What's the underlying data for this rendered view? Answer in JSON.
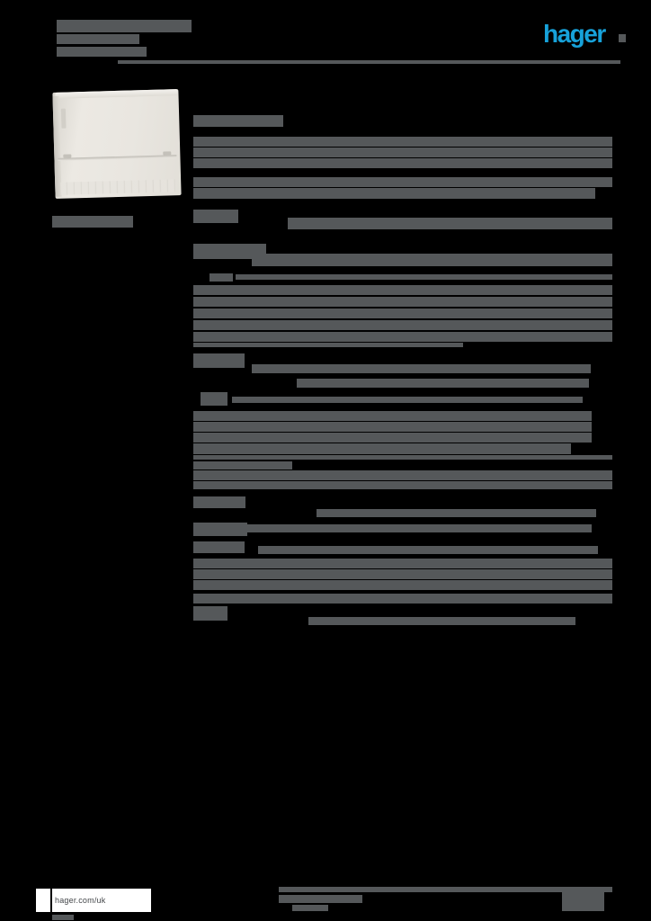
{
  "colors": {
    "background": "#000000",
    "bar": "#55585a",
    "logo_blue": "#17a2da",
    "page_white": "#ffffff",
    "footer_text": "#44474a"
  },
  "logo": {
    "text": "hager"
  },
  "footer": {
    "website": "hager.com/uk"
  },
  "product_image": {
    "description": "consumer-unit-photo"
  },
  "bar_format": "x,y,w,h (pixels, illegible redacted text rendered as gray bars)",
  "redacted_bars": {
    "header_title": [
      [
        63,
        22,
        150,
        14
      ],
      [
        63,
        38,
        92,
        11
      ],
      [
        63,
        52,
        100,
        11
      ]
    ],
    "header_rule": [
      [
        131,
        67,
        559,
        4
      ]
    ],
    "logo_tail": [
      [
        688,
        38,
        8,
        9
      ]
    ],
    "product_code": [
      [
        58,
        240,
        90,
        13
      ]
    ],
    "content": [
      [
        215,
        128,
        100,
        13
      ],
      [
        215,
        152,
        466,
        11
      ],
      [
        215,
        164,
        466,
        11
      ],
      [
        215,
        176,
        466,
        11
      ],
      [
        215,
        197,
        466,
        11
      ],
      [
        215,
        209,
        447,
        12
      ],
      [
        215,
        233,
        50,
        15
      ],
      [
        320,
        242,
        361,
        13
      ],
      [
        215,
        271,
        81,
        17
      ],
      [
        280,
        282,
        401,
        14
      ],
      [
        233,
        304,
        26,
        9
      ],
      [
        262,
        305,
        419,
        6
      ],
      [
        215,
        317,
        466,
        11
      ],
      [
        215,
        330,
        466,
        11
      ],
      [
        215,
        343,
        466,
        11
      ],
      [
        215,
        356,
        466,
        11
      ],
      [
        215,
        369,
        466,
        11
      ],
      [
        215,
        381,
        300,
        5
      ],
      [
        215,
        393,
        57,
        16
      ],
      [
        280,
        405,
        377,
        10
      ],
      [
        330,
        421,
        325,
        10
      ],
      [
        223,
        436,
        30,
        15
      ],
      [
        258,
        441,
        390,
        7
      ],
      [
        215,
        457,
        443,
        11
      ],
      [
        215,
        469,
        443,
        11
      ],
      [
        215,
        481,
        443,
        11
      ],
      [
        215,
        493,
        420,
        12
      ],
      [
        215,
        506,
        466,
        5
      ],
      [
        215,
        513,
        110,
        9
      ],
      [
        215,
        523,
        466,
        11
      ],
      [
        215,
        535,
        466,
        9
      ],
      [
        215,
        552,
        58,
        13
      ],
      [
        352,
        566,
        311,
        9
      ],
      [
        215,
        581,
        60,
        15
      ],
      [
        275,
        583,
        383,
        9
      ],
      [
        215,
        602,
        57,
        13
      ],
      [
        287,
        607,
        378,
        9
      ],
      [
        215,
        621,
        466,
        11
      ],
      [
        215,
        633,
        466,
        11
      ],
      [
        215,
        645,
        466,
        11
      ],
      [
        215,
        660,
        466,
        11
      ],
      [
        215,
        674,
        38,
        16
      ],
      [
        343,
        686,
        297,
        9
      ]
    ],
    "footer": [
      [
        310,
        986,
        371,
        6
      ],
      [
        310,
        995,
        93,
        9
      ],
      [
        325,
        1006,
        40,
        7
      ],
      [
        625,
        990,
        47,
        23
      ],
      [
        58,
        1017,
        24,
        6
      ]
    ]
  }
}
